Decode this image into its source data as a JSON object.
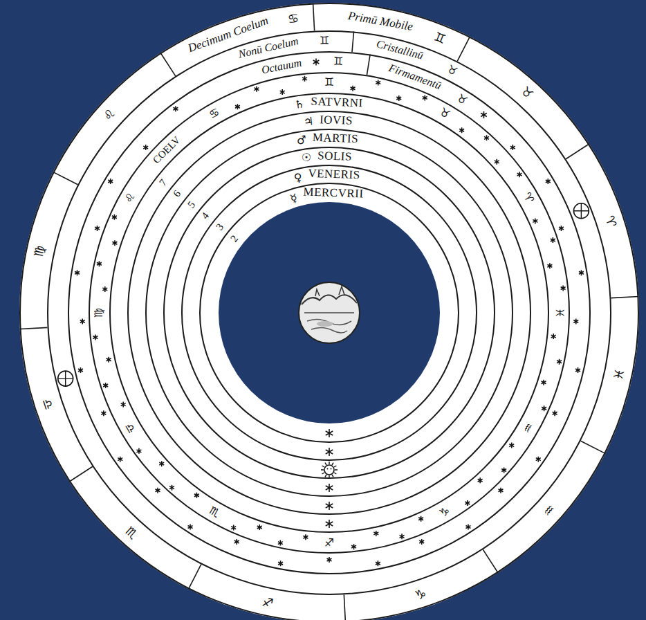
{
  "diagram": {
    "nodes": [
      {
        "text": [
          "Decimum Coelum",
          "Primū Mobile"
        ]
      },
      {
        "text": [
          "Nonū Coelum",
          "Cristallinū"
        ],
        "in": 0
      },
      {
        "text": [
          "Octauum",
          "Firmamentū"
        ],
        "in": 1
      },
      {
        "text": [
          "COELV"
        ],
        "in": 2
      },
      {
        "text": [
          "SATVRNI"
        ],
        "in": 3
      },
      {
        "text": [
          "IOVIS"
        ],
        "in": 4
      },
      {
        "text": [
          "MARTIS"
        ],
        "in": 5
      },
      {
        "text": [
          "SOLIS"
        ],
        "in": 6
      },
      {
        "text": [
          "VENERIS"
        ],
        "in": 7
      },
      {
        "text": [
          "MERCVRII"
        ],
        "in": 8
      }
    ],
    "labels": [
      "♋",
      "♊",
      "♉",
      "♈",
      "♓",
      "♒",
      "♑",
      "♐",
      "♏",
      "♎",
      "♍",
      "♌",
      "♊",
      "♉",
      "♊",
      "♉",
      "♋",
      "♊",
      "♉",
      "♈",
      "♓",
      "♒",
      "♑",
      "♐",
      "♏",
      "♎",
      "♍",
      "♌",
      "♄",
      "♃",
      "♂",
      "☉",
      "♀",
      "☿",
      "7",
      "6",
      "5",
      "4",
      "3",
      "2"
    ]
  }
}
